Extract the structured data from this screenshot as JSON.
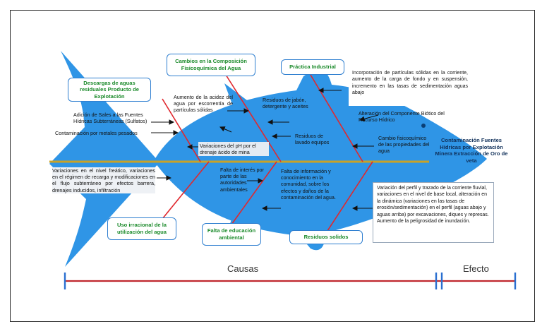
{
  "categories": {
    "descargas": "Descargas de aguas residuales Producto de Explotación",
    "cambios": "Cambios en la Composición Fisicoquímica del Agua",
    "practica": "Práctica Industrial",
    "uso": "Uso irracional de la utilización del agua",
    "educacion": "Falta de educación ambiental",
    "residuos": "Residuos solidos"
  },
  "causes": {
    "adicion_sales": "Adición de Sales a las Fuentes Hídricas Subterráneas (Sulfatos)",
    "contaminacion_metales": "Contaminación por metales pesados",
    "aumento_acidez": "Aumento de la acidez del agua por escorrentía de partículas sólidas",
    "variaciones_ph": "Variaciones del pH por el drenaje ácido de mina",
    "residuos_jabon": "Residuos de jabón, detergente y aceites",
    "residuos_lavado": "Residuos de lavado equipos",
    "incorporacion": "Incorporación de partículas sólidas en la corriente, aumento de la carga de fondo y en suspensión, incremento en las tasas de sedimentación aguas abajo",
    "alteracion_biotico": "Alteración del Componente Biótico del Recurso Hídrico",
    "cambio_fisicoquimico": "Cambio fisicoquímico de las propiedades del agua",
    "variaciones_freatico": "Variaciones en el nivel freático, variaciones en el régimen de recarga y modificaciones en el flujo subterráneo por efectos barrera, drenajes inducidos, infiltración",
    "falta_interes": "Falta de interés por parte de las autoridades ambientales",
    "falta_informacion": "Falta de información y conocimiento en la comunidad, sobre los efectos y daños de la contaminación del agua.",
    "variacion_perfil": "Variación del perfil y trazado de la corriente fluvial, variaciones en el nivel de base local, alteración en la dinámica (variaciones en las tasas de erosión/sedimentación) en el perfil (aguas abajo y aguas arriba) por excavaciones, diques y represas. Aumento de la peligrosidad de inundación."
  },
  "effect": "Contaminación Fuentes Hídricas por Explotación Minera Extracción de Oro de veta",
  "scale": {
    "causas": "Causas",
    "efecto": "Efecto"
  },
  "colors": {
    "fish": "#2f95e6",
    "spine": "#c9a227",
    "bones": "#e0282e",
    "box_border": "#2f7fd0",
    "category_text": "#1a8a2a",
    "scale_line": "#c0282e",
    "scale_ticks": "#2a6fd0"
  }
}
